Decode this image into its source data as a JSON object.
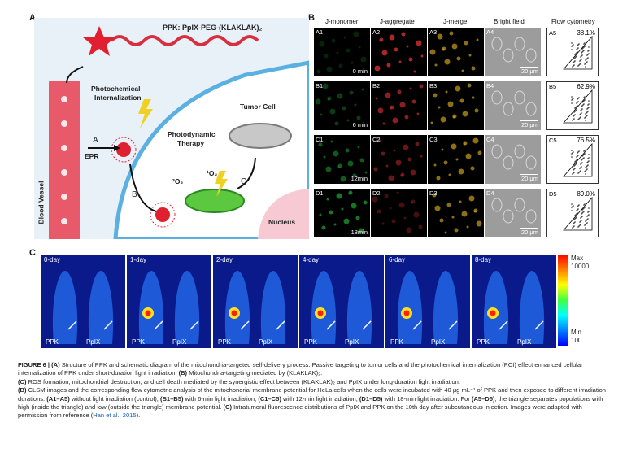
{
  "panels": {
    "a_letter": "A",
    "b_letter": "B",
    "c_letter": "C"
  },
  "panel_a": {
    "title": "PPK: PpIX-PEG-(KLAKLAK)₂",
    "photochemical": "Photochemical",
    "internalization": "Internalization",
    "tumor_cell": "Tumor Cell",
    "photodynamic": "Photodynamic",
    "therapy": "Therapy",
    "label_a": "A",
    "epr": "EPR",
    "label_b": "B",
    "label_c": "C",
    "o2_triplet": "³O₂",
    "o2_singlet": "¹O₂",
    "blood_vessel": "Blood Vessel",
    "nucleus": "Nucleus"
  },
  "panel_b": {
    "headers": [
      "J-monomer",
      "J-aggregate",
      "J-merge",
      "Bright field",
      "Flow cytometry"
    ],
    "rows": [
      {
        "labels": [
          "A1",
          "A2",
          "A3",
          "A4",
          "A5"
        ],
        "time": "0 min",
        "pct": "38.1%",
        "scale": "20 μm"
      },
      {
        "labels": [
          "B1",
          "B2",
          "B3",
          "B4",
          "B5"
        ],
        "time": "6 min",
        "pct": "62.9%",
        "scale": "20 μm"
      },
      {
        "labels": [
          "C1",
          "C2",
          "C3",
          "C4",
          "C5"
        ],
        "time": "12min",
        "pct": "76.5%",
        "scale": "20 μm"
      },
      {
        "labels": [
          "D1",
          "D2",
          "D3",
          "D4",
          "D5"
        ],
        "time": "18min",
        "pct": "89.0%",
        "scale": "20 μm"
      }
    ]
  },
  "panel_c": {
    "days": [
      "0-day",
      "1-day",
      "2-day",
      "4-day",
      "6-day",
      "8-day"
    ],
    "left_label": "PPK",
    "right_label": "PpIX",
    "cb_max": "Max",
    "cb_max_val": "10000",
    "cb_min": "Min",
    "cb_min_val": "100"
  },
  "caption": {
    "fig": "FIGURE 6 | (A)",
    "p1": " Structure of PPK and schematic diagram of the mitochondria-targeted self-delivery process. Passive targeting to tumor cells and the photochemical internalization (PCI) effect enhanced cellular internalization of PPK under short-duration light irradiation. ",
    "b1": "(B)",
    "p2": " Mitochondria-targeting mediated by (KLAKLAK)₂.",
    "c1": "(C)",
    "p3": " ROS formation, mitochondrial destruction, and cell death mediated by the synergistic effect between (KLAKLAK)₂ and PpIX under long-duration light irradiation.",
    "b2": "(B)",
    "p4": " CLSM images and the corresponding flow cytometric analysis of the mitochondrial membrane potential for HeLa cells when the cells were incubated with 40 μg mL⁻¹ of PPK and then exposed to different irradiation durations: ",
    "a15": "(A1–A5)",
    "p5": " without light irradiation (control); ",
    "b15": "(B1–B5)",
    "p6": " with 6-min light irradiation; ",
    "c15": "(C1–C5)",
    "p7": " with 12-min light irradiation; ",
    "d15": "(D1–D5)",
    "p8": " with 18-min light irradiation. For ",
    "a5d5": "(A5–D5)",
    "p9": ", the triangle separates populations with high (inside the triangle) and low (outside the triangle) membrane potential. ",
    "c2": "(C)",
    "p10": " Intratumoral fluorescence distributions of PpIX and PPK on the 10th day after subcutaneous injection. Images were adapted with permission from reference (",
    "ref": "Han et al., 2015",
    "p11": ")."
  }
}
